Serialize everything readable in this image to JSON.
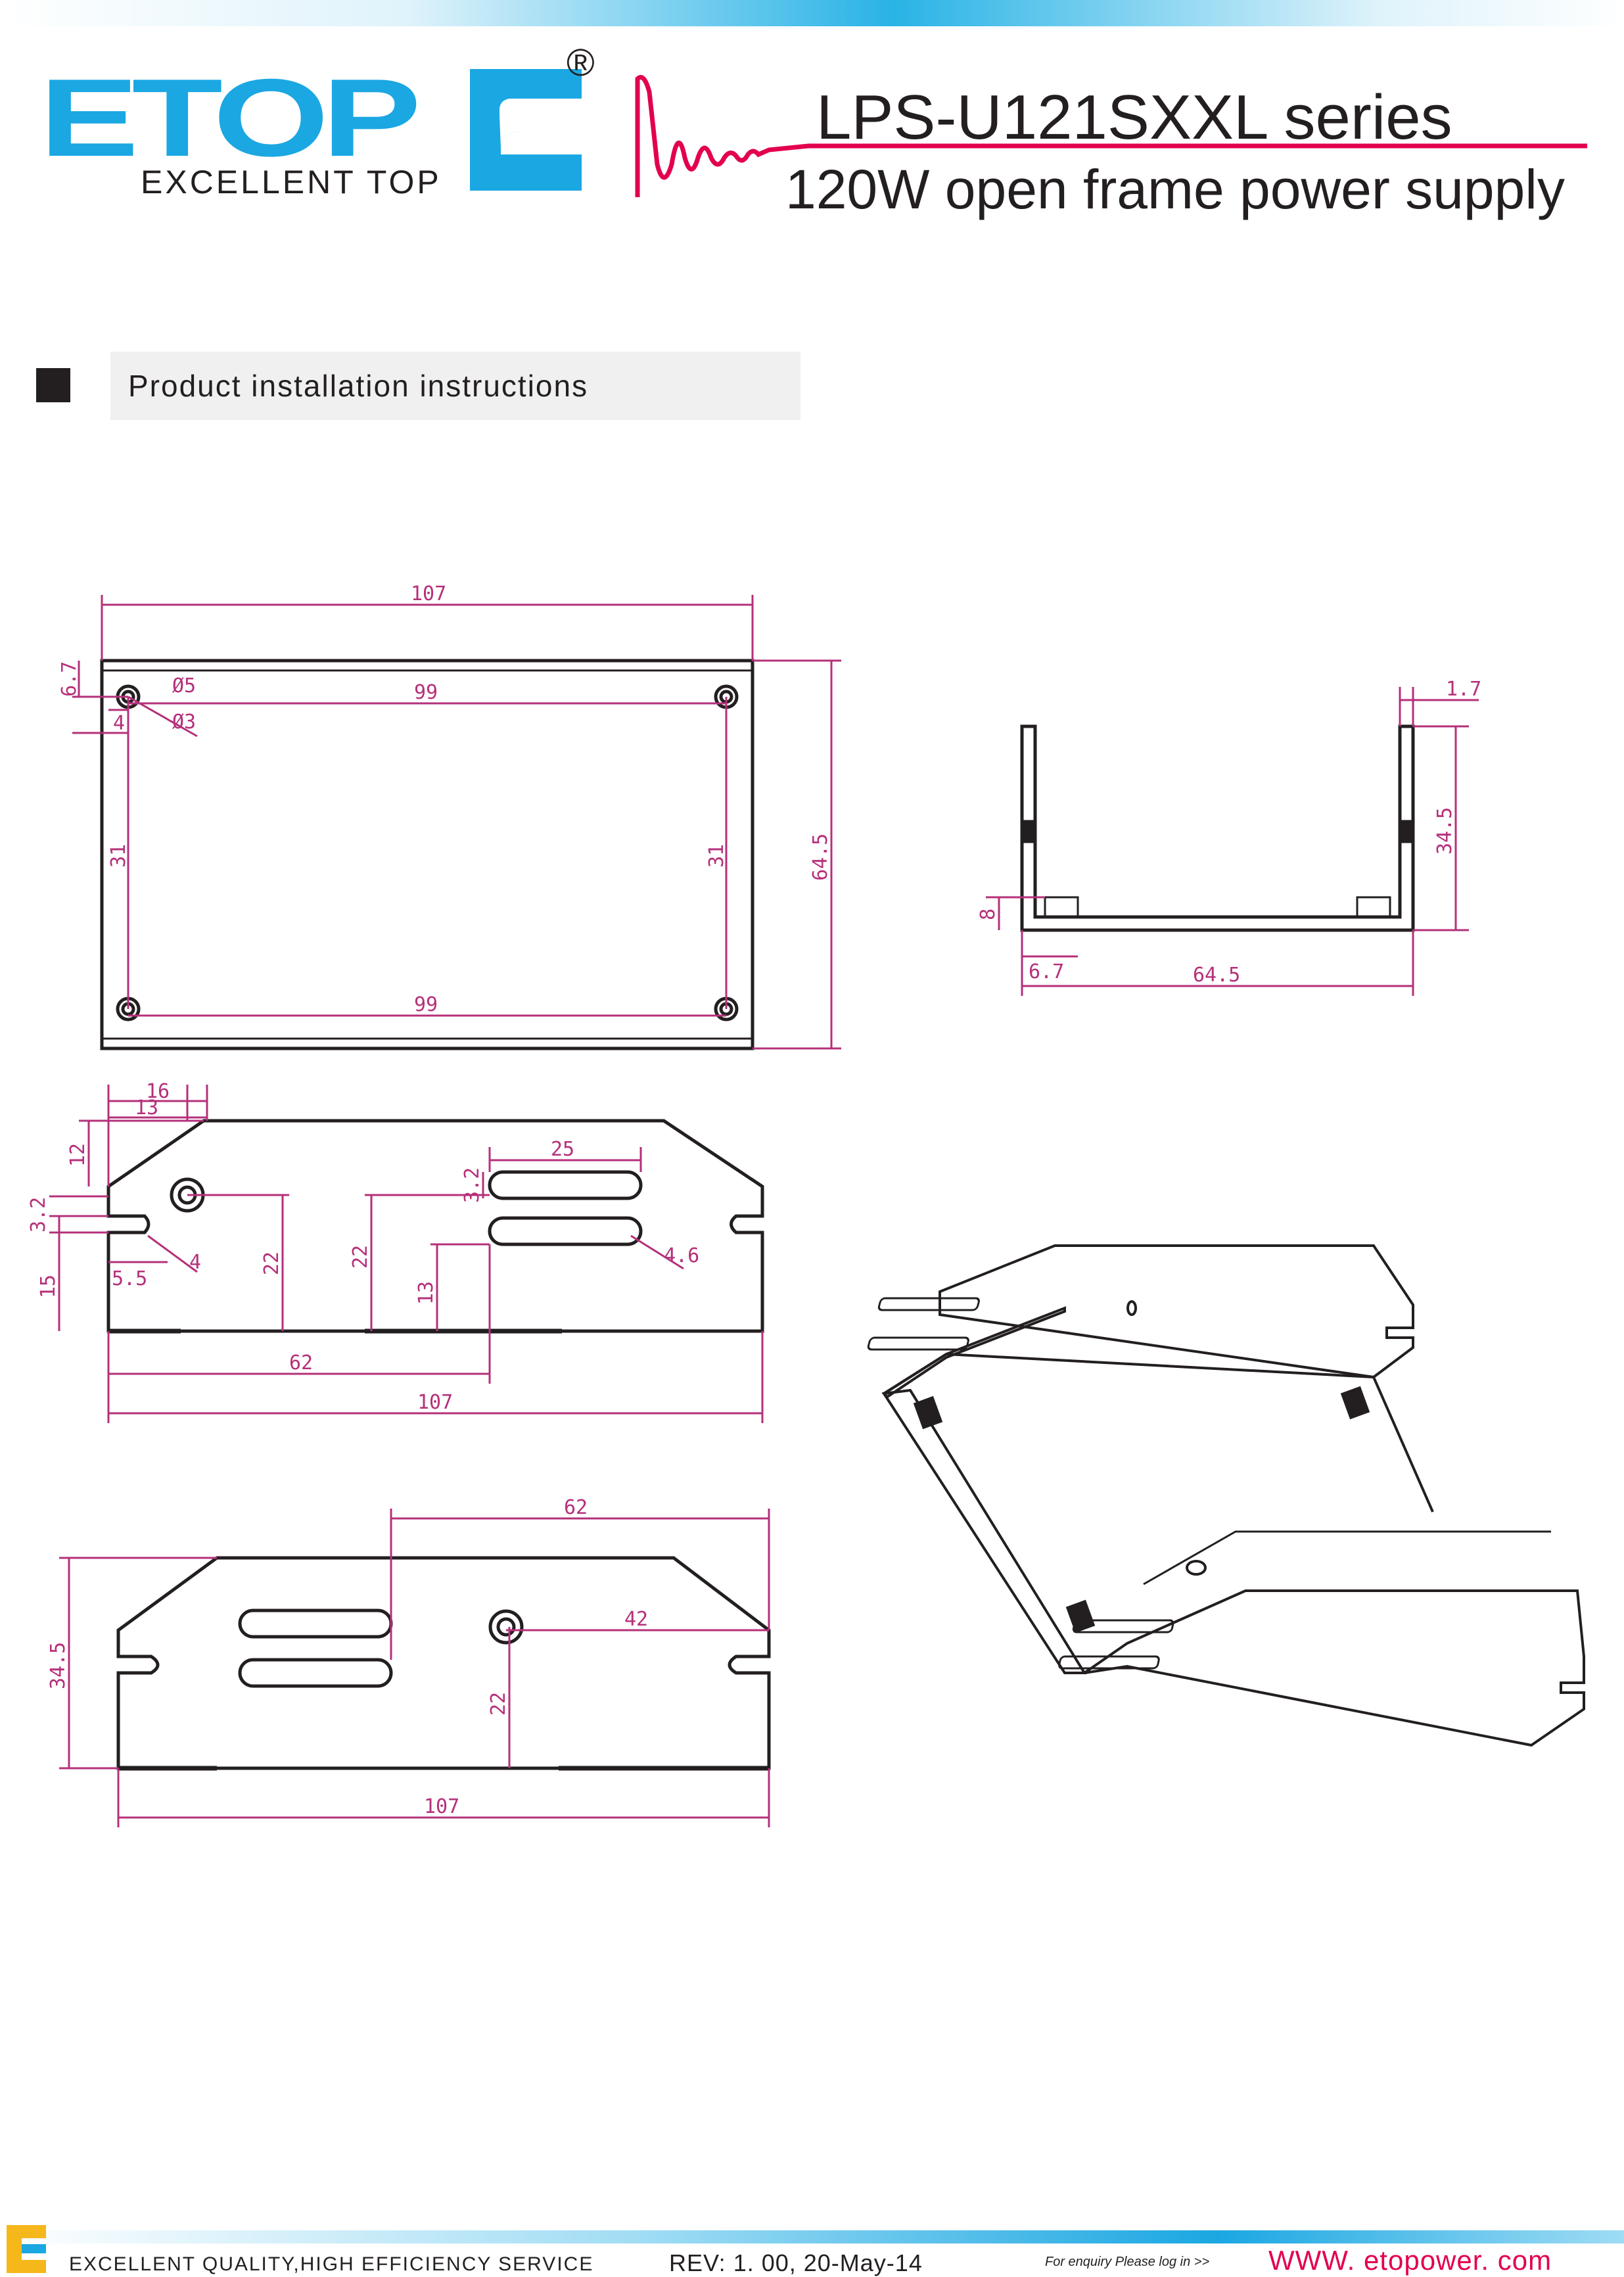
{
  "header": {
    "logo_text": "ETOP",
    "logo_tagline": "EXCELLENT TOP",
    "registered_mark": "®",
    "series": "LPS-U121SXXL series",
    "subtitle": "120W open frame power supply",
    "colors": {
      "brand_blue": "#1ba7e2",
      "accent_red": "#e2004f",
      "dimension_magenta": "#b5307a"
    }
  },
  "section": {
    "marker_icon": "black-square-icon",
    "title": "Product installation instructions"
  },
  "drawing": {
    "top_view": {
      "d_overall_length": "107",
      "d_top_offset": "6.7",
      "d_hole_dia_a": "Ø5",
      "d_hole_dia_b": "Ø3",
      "d_side_offset": "4",
      "d_hole_pitch_top": "99",
      "d_hole_pitch_bottom": "99",
      "d_left_span": "31",
      "d_right_span": "31",
      "d_overall_width": "64.5"
    },
    "end_view": {
      "d_wall": "1.7",
      "d_height": "34.5",
      "d_foot": "8",
      "d_inset": "6.7",
      "d_width": "64.5"
    },
    "side_view_1": {
      "d_a": "16",
      "d_b": "13",
      "d_c": "12",
      "d_d": "3.2",
      "d_e": "15",
      "d_f": "5.5",
      "d_g": "4",
      "d_h": "22",
      "d_i": "22",
      "d_j": "13",
      "d_k": "3.2",
      "d_slot": "25",
      "d_slot_r": "4.6",
      "d_mid": "62",
      "d_total": "107"
    },
    "side_view_2": {
      "d_top": "62",
      "d_height": "34.5",
      "d_hole": "42",
      "d_hole_v": "22",
      "d_total": "107"
    }
  },
  "footer": {
    "slogan": "EXCELLENT  QUALITY,HIGH EFFICIENCY SERVICE",
    "revision": "REV: 1. 00, 20-May-14",
    "enquiry": "For enquiry Please log in >>",
    "website": "WWW. etopower. com"
  }
}
